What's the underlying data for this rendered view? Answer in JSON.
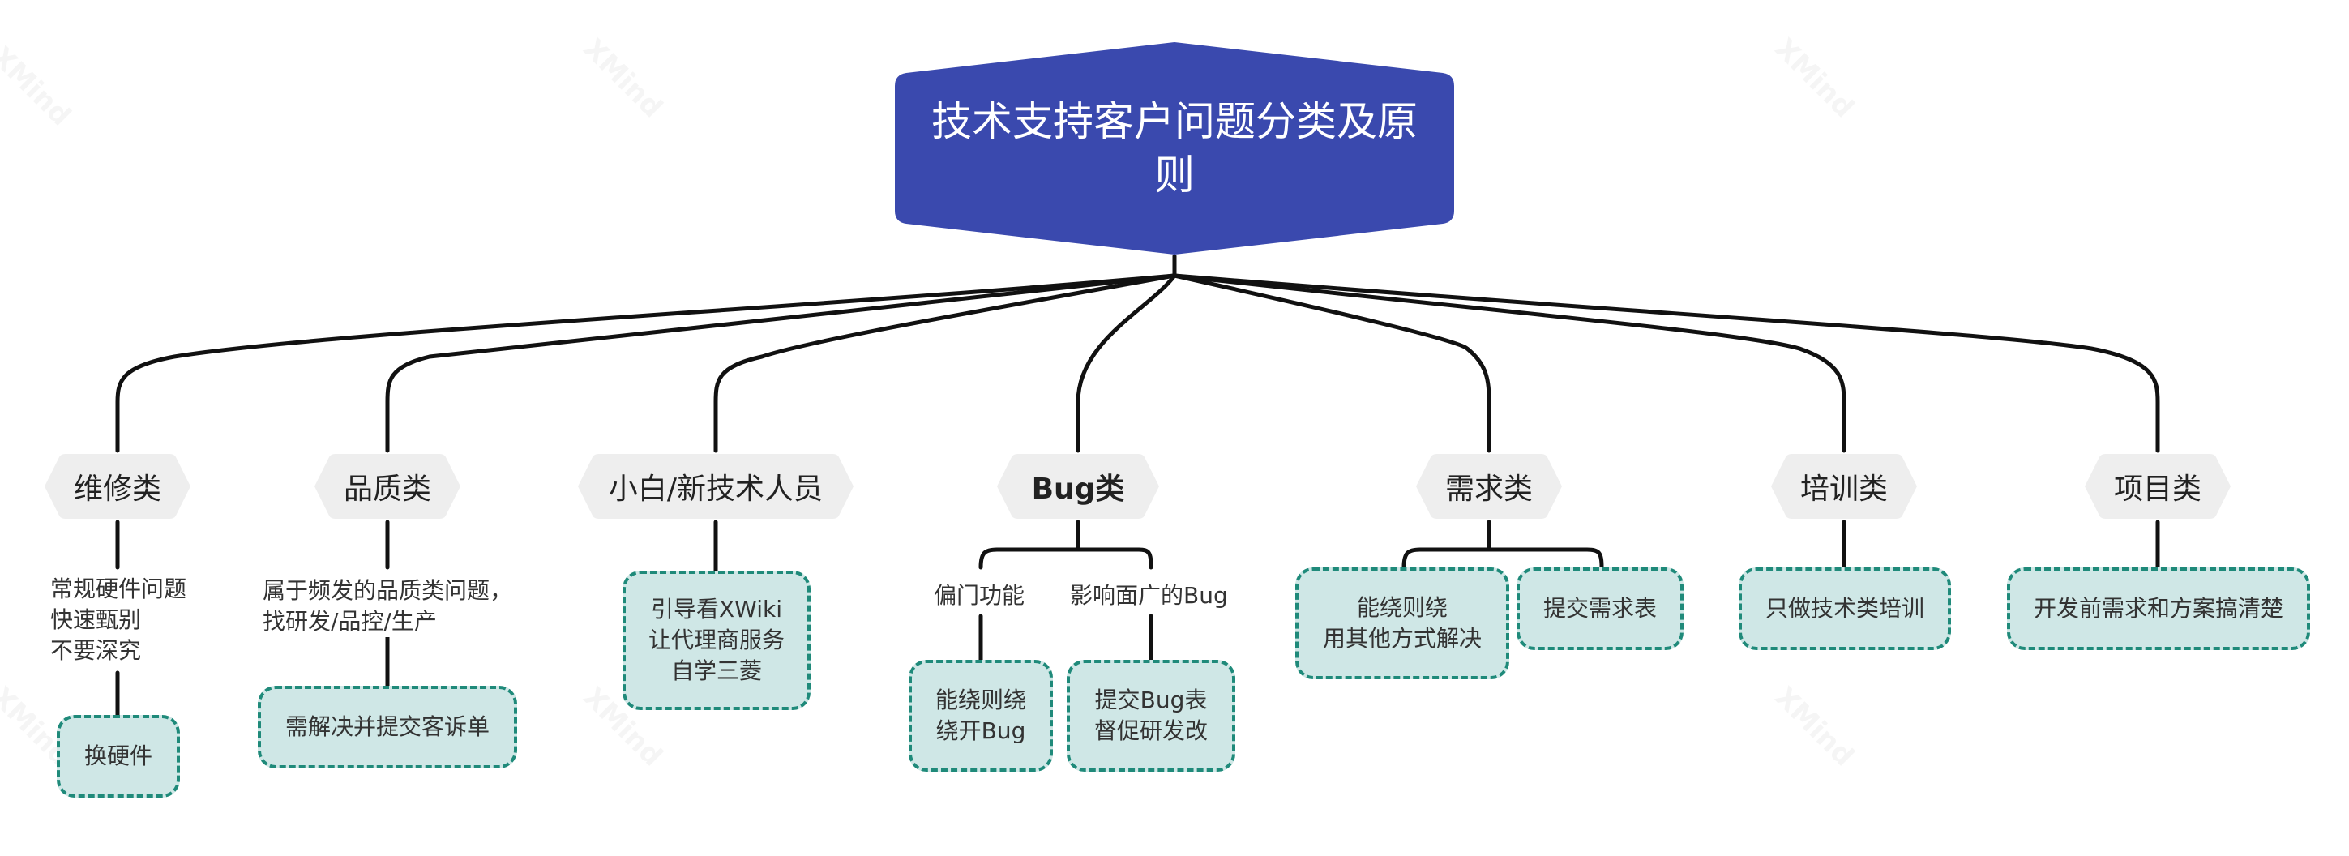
{
  "root": {
    "title": "技术支持客户问题分类及原则"
  },
  "branches": [
    {
      "label": "维修类",
      "notes": [
        "常规硬件问题\n快速甄别\n不要深究"
      ],
      "leaves": [
        "换硬件"
      ]
    },
    {
      "label": "品质类",
      "notes": [
        "属于频发的品质类问题，\n找研发/品控/生产"
      ],
      "leaves": [
        "需解决并提交客诉单"
      ]
    },
    {
      "label": "小白/新技术人员",
      "leaves": [
        "引导看XWiki\n让代理商服务\n自学三菱"
      ]
    },
    {
      "label": "Bug类",
      "notes": [
        "偏门功能",
        "影响面广的Bug"
      ],
      "leaves": [
        "能绕则绕\n绕开Bug",
        "提交Bug表\n督促研发改"
      ]
    },
    {
      "label": "需求类",
      "leaves": [
        "能绕则绕\n用其他方式解决",
        "提交需求表"
      ]
    },
    {
      "label": "培训类",
      "leaves": [
        "只做技术类培训"
      ]
    },
    {
      "label": "项目类",
      "leaves": [
        "开发前需求和方案搞清楚"
      ]
    }
  ],
  "watermark": {
    "text": "XMind"
  },
  "colors": {
    "root_fill": "#3a49ae",
    "branch_fill": "#eeeeee",
    "leaf_fill": "#cfe7e6",
    "leaf_border": "#1f8a7a",
    "line": "#111111"
  }
}
